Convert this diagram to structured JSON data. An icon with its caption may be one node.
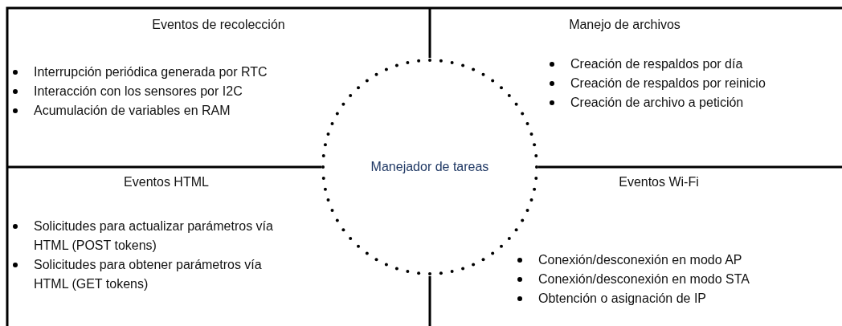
{
  "diagram": {
    "nodes": [
      {
        "text": [
          "Eventos de recolección",
          "Interrupción periódica generada por RTC",
          "Interacción con los sensores por I2C",
          "Acumulación de variables en RAM"
        ]
      },
      {
        "text": [
          "Manejo de archivos",
          "Creación de respaldos por día",
          "Creación de respaldos por reinicio",
          "Creación de archivo a petición"
        ]
      },
      {
        "text": [
          "Eventos HTML",
          "Solicitudes para actualizar parámetros vía HTML (POST tokens)",
          "Solicitudes para obtener parámetros vía HTML (GET tokens)"
        ]
      },
      {
        "text": [
          "Eventos Wi-Fi",
          "Conexión/desconexión en modo AP",
          "Conexión/desconexión en modo STA",
          "Obtención o asignación de IP"
        ]
      },
      {
        "text": [
          "Manejador de tareas"
        ]
      }
    ]
  }
}
